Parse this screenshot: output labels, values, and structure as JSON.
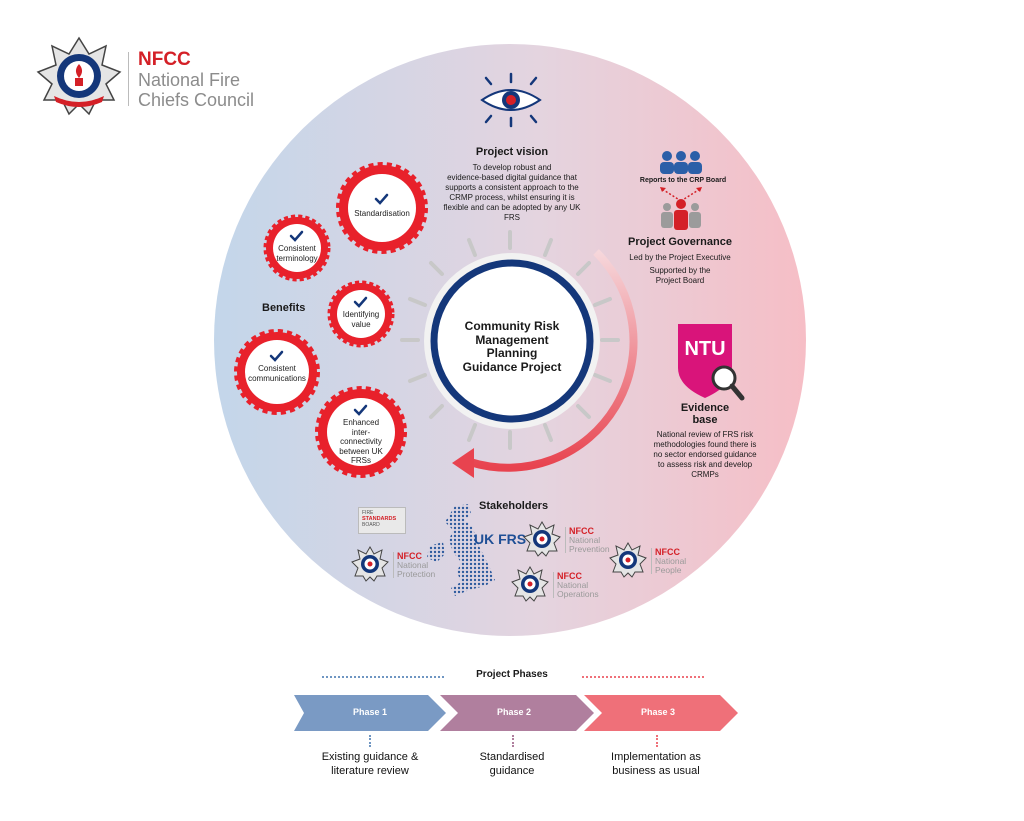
{
  "colors": {
    "nfcc_red": "#d42027",
    "navy": "#14377a",
    "blue_bg": "#c7d9ea",
    "pink_bg": "#f4c4cb",
    "ntu_pink": "#d9147a"
  },
  "logo": {
    "abbr": "NFCC",
    "line1": "National Fire",
    "line2": "Chiefs Council"
  },
  "center": {
    "line1": "Community Risk",
    "line2": "Management",
    "line3": "Planning",
    "line4": "Guidance Project"
  },
  "vision": {
    "title": "Project vision",
    "l1": "To develop robust and",
    "l2": "evidence-based digital guidance that",
    "l3": "supports a consistent approach to the",
    "l4": "CRMP process, whilst ensuring it is",
    "l5": "flexible and can be adopted by any UK",
    "l6": "FRS",
    "icon": "eye-icon"
  },
  "governance": {
    "reports": "Reports to the CRP Board",
    "title": "Project Governance",
    "l1": "Led by the Project Executive",
    "l2": "Supported by the",
    "l3": "Project Board"
  },
  "evidence": {
    "logo": "NTU",
    "title1": "Evidence",
    "title2": "base",
    "l1": "National review of FRS risk",
    "l2": "methodologies found there is",
    "l3": "no sector endorsed guidance",
    "l4": "to assess risk and develop",
    "l5": "CRMPs"
  },
  "benefits": {
    "title": "Benefits",
    "items": [
      {
        "l1": "Standardisation",
        "l2": "",
        "l3": "",
        "l4": ""
      },
      {
        "l1": "Consistent",
        "l2": "terminology",
        "l3": "",
        "l4": ""
      },
      {
        "l1": "Identifying",
        "l2": "value",
        "l3": "",
        "l4": ""
      },
      {
        "l1": "Consistent",
        "l2": "communications",
        "l3": "",
        "l4": ""
      },
      {
        "l1": "Enhanced",
        "l2": "inter-",
        "l3": "connectivity",
        "l4": "between UK"
      },
      {
        "l5": "FRSs"
      }
    ]
  },
  "stakeholders": {
    "title": "Stakeholders",
    "uk_frs": "UK FRS",
    "fsb": {
      "l1": "FIRE",
      "l2": "STANDARDS",
      "l3": "BOARD"
    },
    "orgs": [
      {
        "abbr": "NFCC",
        "l1": "National",
        "l2": "Protection"
      },
      {
        "abbr": "NFCC",
        "l1": "National",
        "l2": "Prevention"
      },
      {
        "abbr": "NFCC",
        "l1": "National",
        "l2": "Operations"
      },
      {
        "abbr": "NFCC",
        "l1": "National",
        "l2": "People"
      }
    ]
  },
  "phases": {
    "title": "Project Phases",
    "items": [
      {
        "label": "Phase 1",
        "d1": "Existing guidance &",
        "d2": "literature review",
        "color": "#6f96c2"
      },
      {
        "label": "Phase 2",
        "d1": "Standardised",
        "d2": "guidance",
        "color": "#b57a9c"
      },
      {
        "label": "Phase 3",
        "d1": "Implementation as",
        "d2": "business as usual",
        "color": "#ef7079"
      }
    ]
  }
}
